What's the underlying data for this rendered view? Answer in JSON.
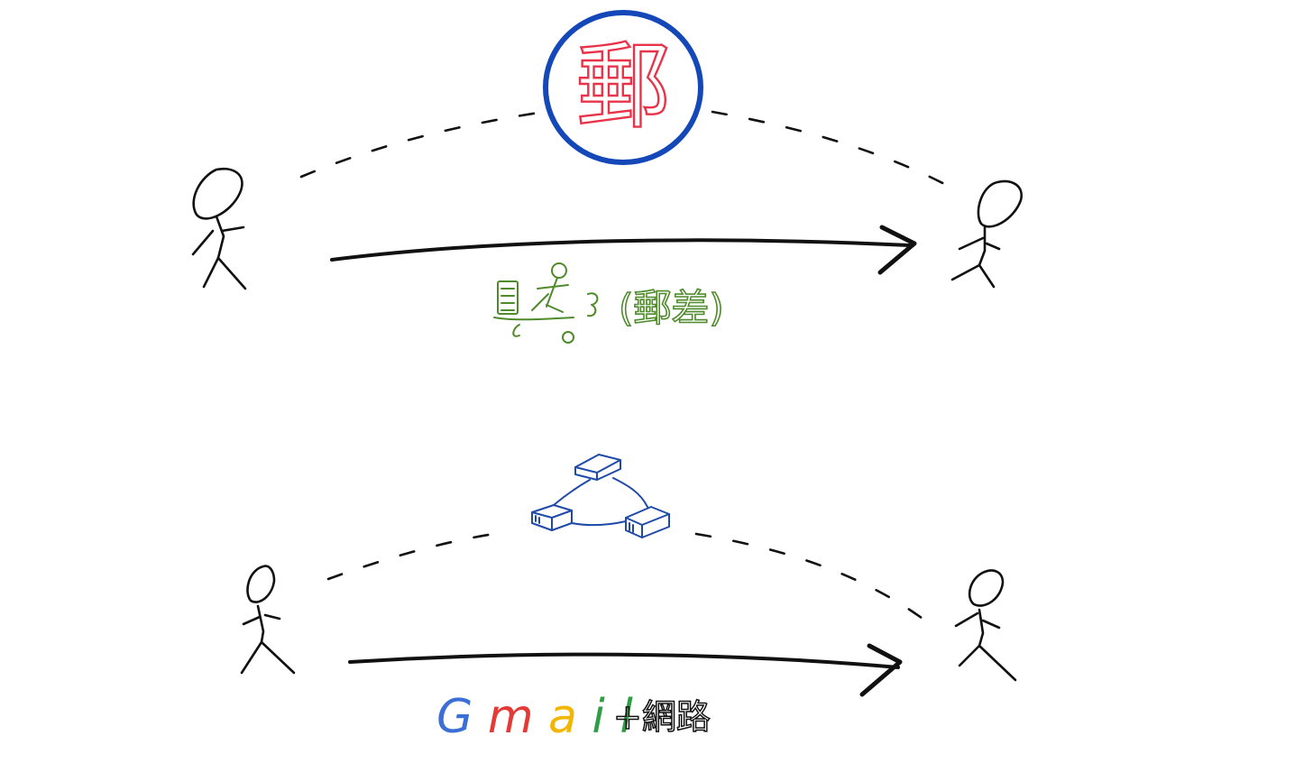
{
  "top_scene": {
    "seal_text": "郵",
    "carrier_label": "(郵差)"
  },
  "bottom_scene": {
    "service_letters": [
      "G",
      "m",
      "a",
      "i",
      "l"
    ],
    "service_letter_colors": [
      "#3b6fd6",
      "#e53935",
      "#f2b600",
      "#2e9e44",
      "#2e9e44"
    ],
    "network_label": "+網路"
  },
  "colors": {
    "ink": "#111111",
    "seal_ring": "#1447b8",
    "seal_char": "#e8344a",
    "carrier": "#4f8a2b",
    "network": "#1f4aa8"
  }
}
